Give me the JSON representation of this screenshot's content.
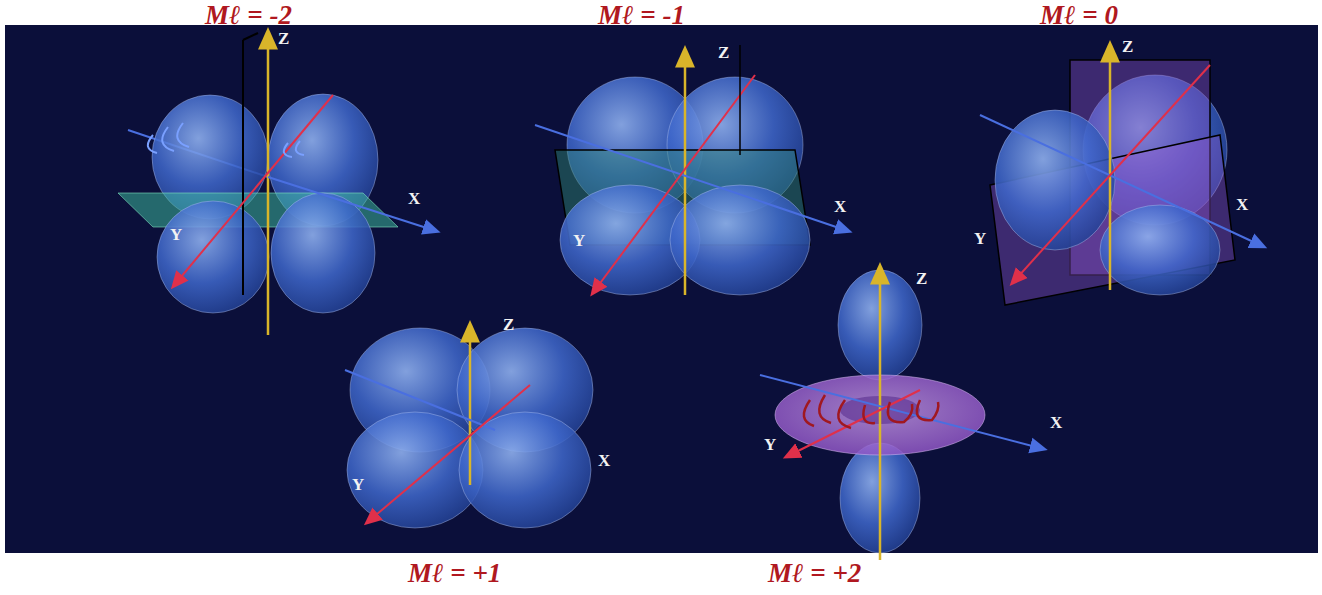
{
  "diagram": {
    "labels": [
      "Mℓ = -2",
      "Mℓ = -1",
      "Mℓ = 0",
      "Mℓ = +1",
      "Mℓ = +2",
      "Z",
      "X",
      "Y",
      "Z",
      "X",
      "Y",
      "Z",
      "X",
      "Y",
      "Z",
      "X",
      "Y",
      "Z",
      "X",
      "Y"
    ]
  }
}
